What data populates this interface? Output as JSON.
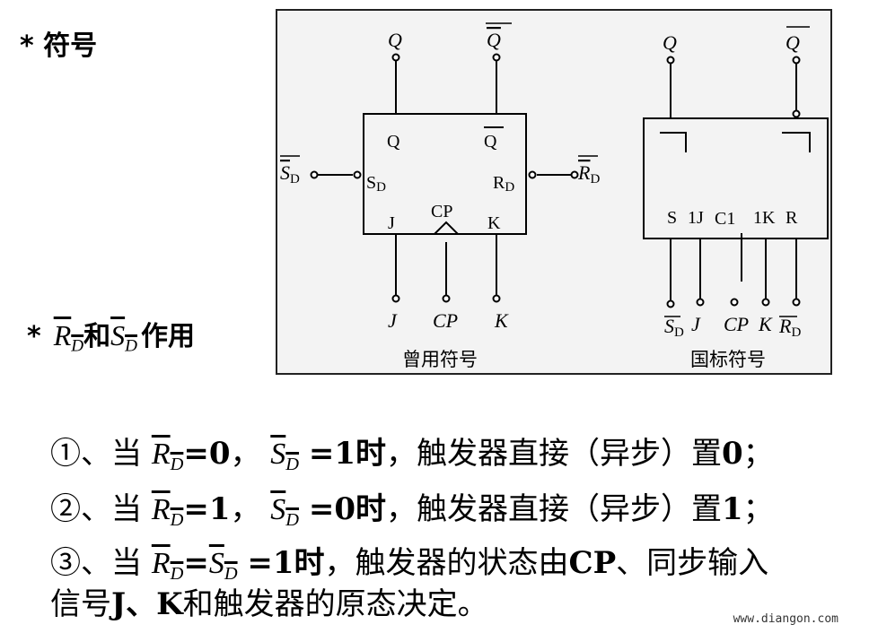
{
  "headings": {
    "symbol": "* 符号",
    "rd_sd_prefix": "*",
    "rd_sd_mid": "和",
    "rd_sd_suffix": "作用"
  },
  "signals": {
    "Q": "Q",
    "RD_main": "R",
    "SD_main": "S",
    "sub_D": "D",
    "J": "J",
    "K": "K",
    "CP": "CP"
  },
  "diagram": {
    "old_symbol_caption": "曾用符号",
    "intl_symbol_caption": "国标符号",
    "old_box": {
      "q_left": "Q",
      "q_right": "Q",
      "sd": "S",
      "rd": "R",
      "j": "J",
      "k": "K",
      "cp": "CP",
      "sub": "D"
    },
    "old_pins": {
      "q_top_left": "Q",
      "q_top_right": "Q",
      "sd": "S",
      "rd": "R",
      "j": "J",
      "cp": "CP",
      "k": "K",
      "sub": "D"
    },
    "intl_box": {
      "s": "S",
      "j": "1J",
      "c": "C1",
      "k": "1K",
      "r": "R"
    },
    "intl_pins": {
      "q_left": "Q",
      "q_right": "Q",
      "sd": "S",
      "j": "J",
      "cp": "CP",
      "k": "K",
      "rd": "R",
      "sub": "D"
    }
  },
  "rules": [
    {
      "num": "①",
      "sep": "、当",
      "eq1": "=0",
      "comma": "，",
      "eq2": "=1时",
      "text": "，触发器直接（异步）置",
      "val": "0",
      "end": "；"
    },
    {
      "num": "②",
      "sep": "、当",
      "eq1": "=1",
      "comma": "，",
      "eq2": "=0时",
      "text": "，触发器直接（异步）置",
      "val": "1",
      "end": "；"
    },
    {
      "num": "③",
      "sep": "、当",
      "eq1": "=",
      "eq2": "=1时",
      "text1": "，触发器的状态由",
      "cp": "CP",
      "text2": "、同步输入",
      "line2_a": "信号",
      "line2_jk": "J、K",
      "line2_b": "和触发器的原态决定。"
    }
  ],
  "watermark": "www.diangon.com",
  "colors": {
    "panel_bg": "#f3f3f3",
    "line": "#000000"
  }
}
